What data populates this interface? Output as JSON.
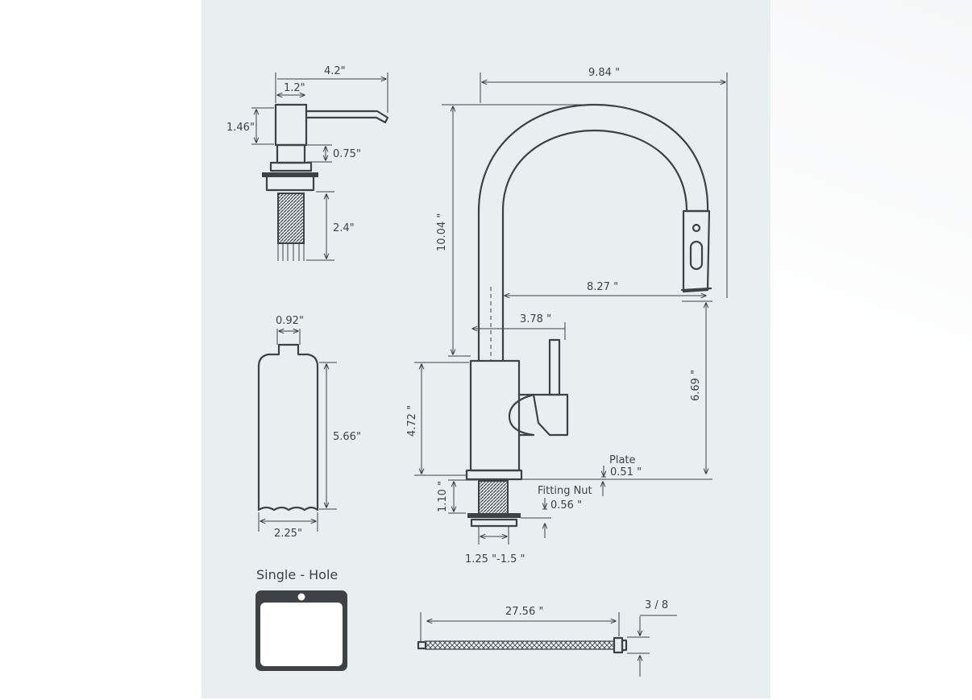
{
  "dimensions": {
    "dispenser_total_width": "4.2\"",
    "dispenser_head_width": "1.2\"",
    "dispenser_head_height": "1.46\"",
    "dispenser_collar_height": "0.75\"",
    "dispenser_shank_length": "2.4\"",
    "bottle_neck_width": "0.92\"",
    "bottle_height": "5.66\"",
    "bottle_width": "2.25\"",
    "faucet_reach": "9.84 \"",
    "faucet_spout_height": "10.04 \"",
    "faucet_spout_reach": "8.27 \"",
    "faucet_handle_offset": "3.78 \"",
    "faucet_clearance": "6.69 \"",
    "faucet_body_height": "4.72 \"",
    "plate_label": "Plate",
    "plate_thickness": "0.51 \"",
    "fitting_nut_label": "Fitting Nut",
    "fitting_nut_thickness": "0.56 \"",
    "shank_length": "1.10 \"",
    "mounting_hole": "1.25 \"-1.5 \"",
    "hose_length": "27.56 \"",
    "hose_thread": "3 / 8"
  },
  "sink_label": "Single - Hole",
  "colors": {
    "ink": "#3e4246",
    "panel": "#e9eef1"
  }
}
